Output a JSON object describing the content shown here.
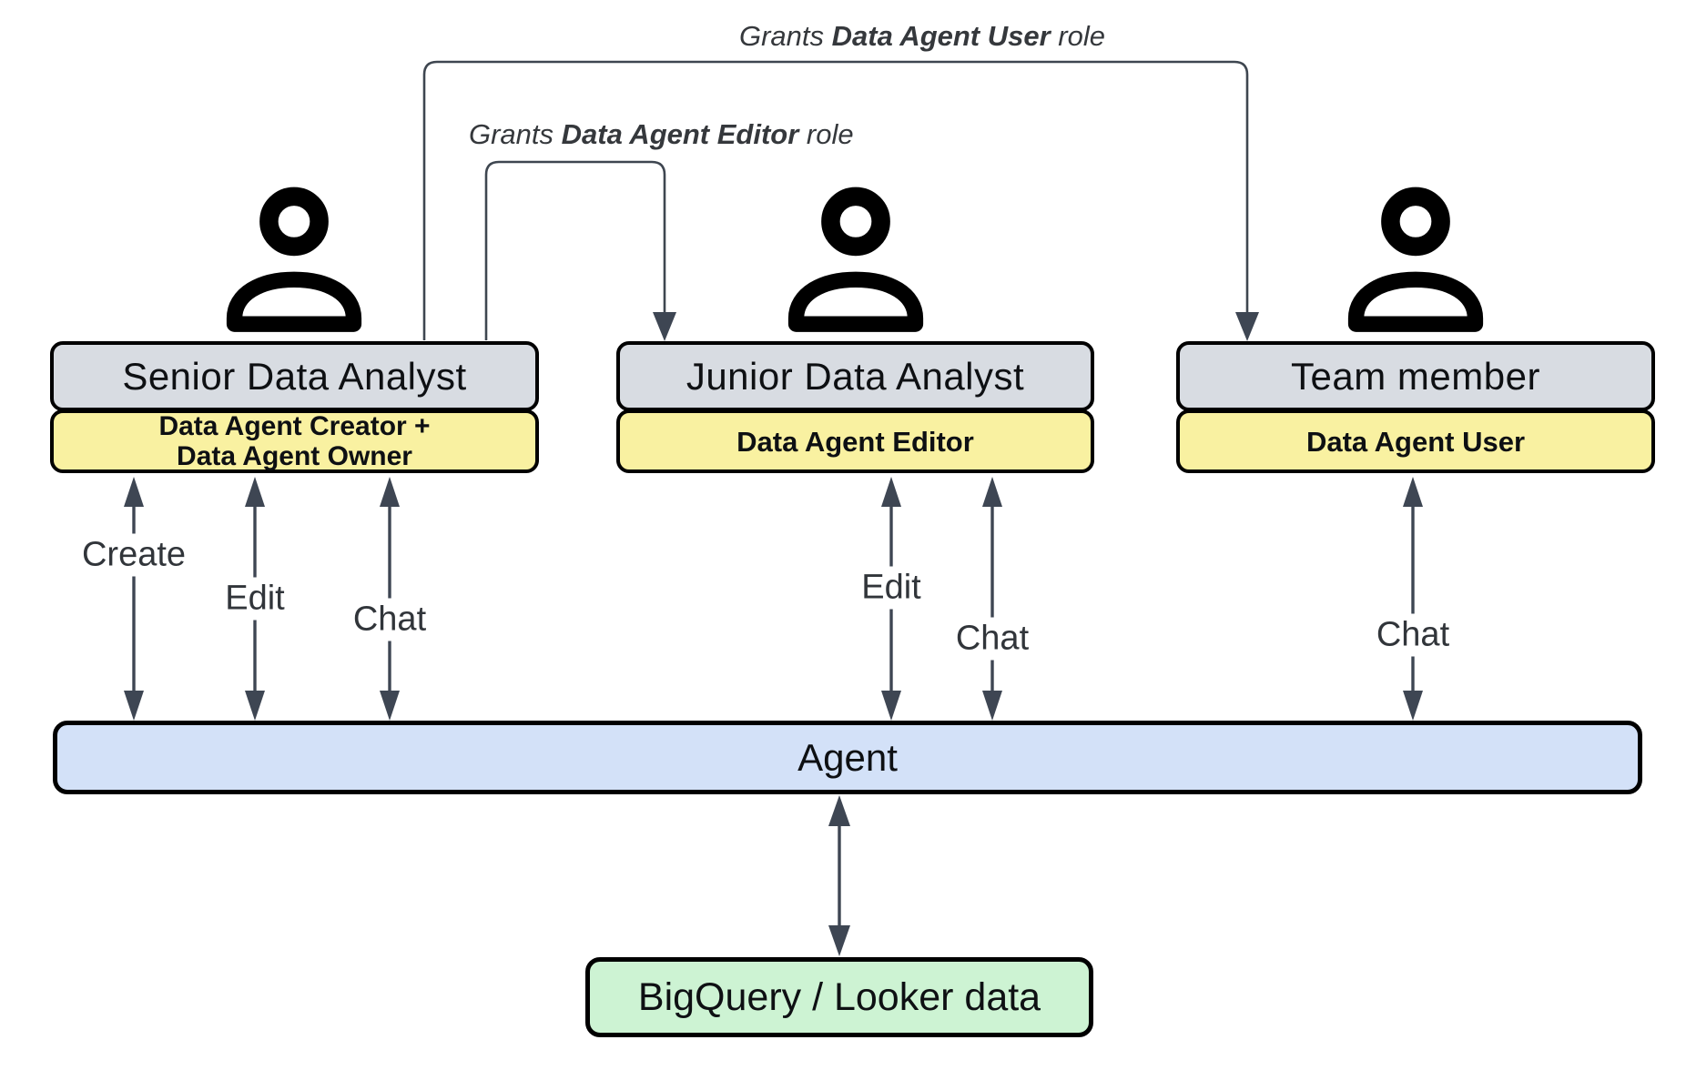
{
  "diagram": {
    "grants": [
      {
        "prefix": "Grants ",
        "role": "Data Agent User",
        "suffix": " role"
      },
      {
        "prefix": "Grants ",
        "role": "Data Agent Editor",
        "suffix": " role"
      }
    ],
    "actors": [
      {
        "title": "Senior Data Analyst",
        "roles": [
          "Data Agent Creator +",
          "Data Agent Owner"
        ],
        "actions": [
          "Create",
          "Edit",
          "Chat"
        ]
      },
      {
        "title": "Junior Data Analyst",
        "roles": [
          "Data Agent Editor"
        ],
        "actions": [
          "Edit",
          "Chat"
        ]
      },
      {
        "title": "Team member",
        "roles": [
          "Data Agent User"
        ],
        "actions": [
          "Chat"
        ]
      }
    ],
    "agent": {
      "label": "Agent"
    },
    "datasource": {
      "label": "BigQuery / Looker data"
    },
    "colors": {
      "box_border": "#000000",
      "role_box_fill": "#d8dce2",
      "permission_box_fill": "#f9f1a1",
      "agent_bar_fill": "#d3e1f8",
      "datasource_fill": "#cdf3d3",
      "connector": "#3e4650",
      "label_text": "#31353a"
    }
  }
}
